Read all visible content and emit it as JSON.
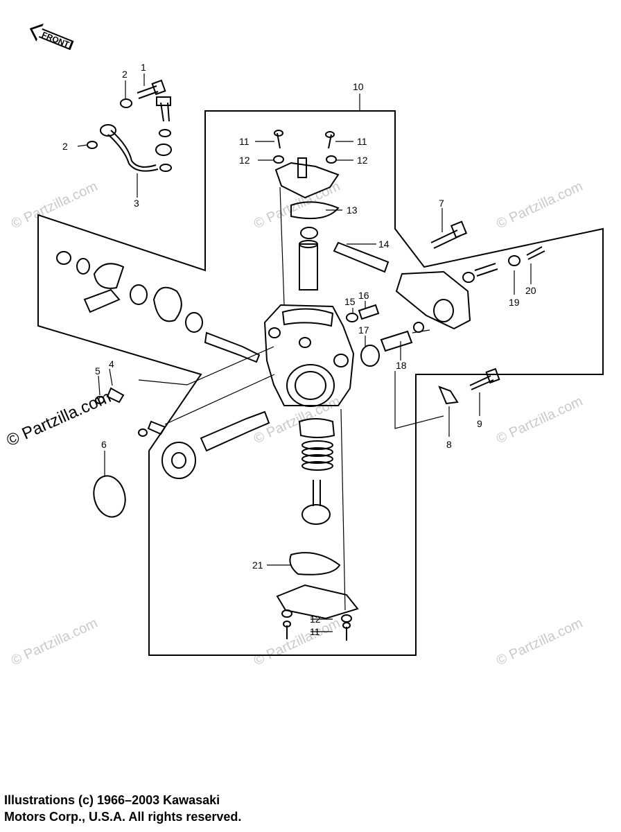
{
  "front_label": "FRONT",
  "watermarks": {
    "small": "© Partzilla.com",
    "large": "© Partzilla.com"
  },
  "callouts": [
    "1",
    "2",
    "2",
    "3",
    "4",
    "5",
    "6",
    "7",
    "8",
    "9",
    "10",
    "11",
    "11",
    "12",
    "12",
    "13",
    "14",
    "15",
    "16",
    "17",
    "18",
    "19",
    "20",
    "21",
    "12",
    "11"
  ],
  "copyright": {
    "line1": "Illustrations (c) 1966–2003 Kawasaki",
    "line2": "Motors Corp., U.S.A.  All rights reserved."
  }
}
